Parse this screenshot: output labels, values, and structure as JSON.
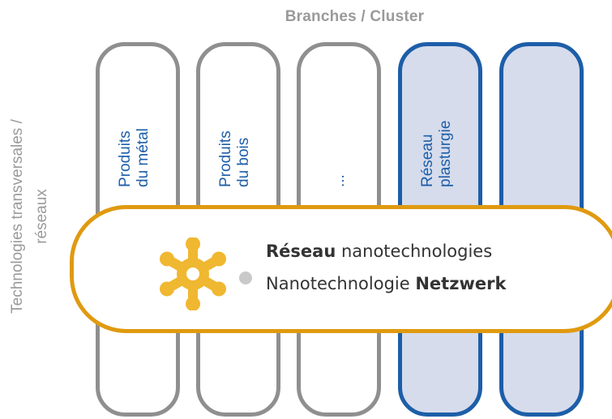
{
  "diagram": {
    "top_title": "Branches / Cluster",
    "side_title": {
      "line1": "Technologies transversales /",
      "line2": "réseaux"
    },
    "columns": [
      {
        "line1": "Produits",
        "line2": "du métal",
        "style": "grey"
      },
      {
        "line1": "Produits",
        "line2": "du bois",
        "style": "grey"
      },
      {
        "line1": "...",
        "line2": "",
        "style": "grey"
      },
      {
        "line1": "Réseau",
        "line2": "plasturgie",
        "style": "blue"
      },
      {
        "line1": "",
        "line2": "",
        "style": "blue"
      }
    ],
    "band": {
      "line1_bold": "Réseau",
      "line1_rest": " nanotechnologies",
      "line2_rest": "Nanotechnologie ",
      "line2_bold": "Netzwerk"
    },
    "logo": {
      "icon": "nano-molecule-logo",
      "color": "#f0b730"
    },
    "colors": {
      "grey_border": "#8f8f8f",
      "blue_border": "#1d5ea8",
      "blue_fill": "#d6dcec",
      "band_border": "#e09a10",
      "title_grey": "#9a9a9a"
    }
  }
}
